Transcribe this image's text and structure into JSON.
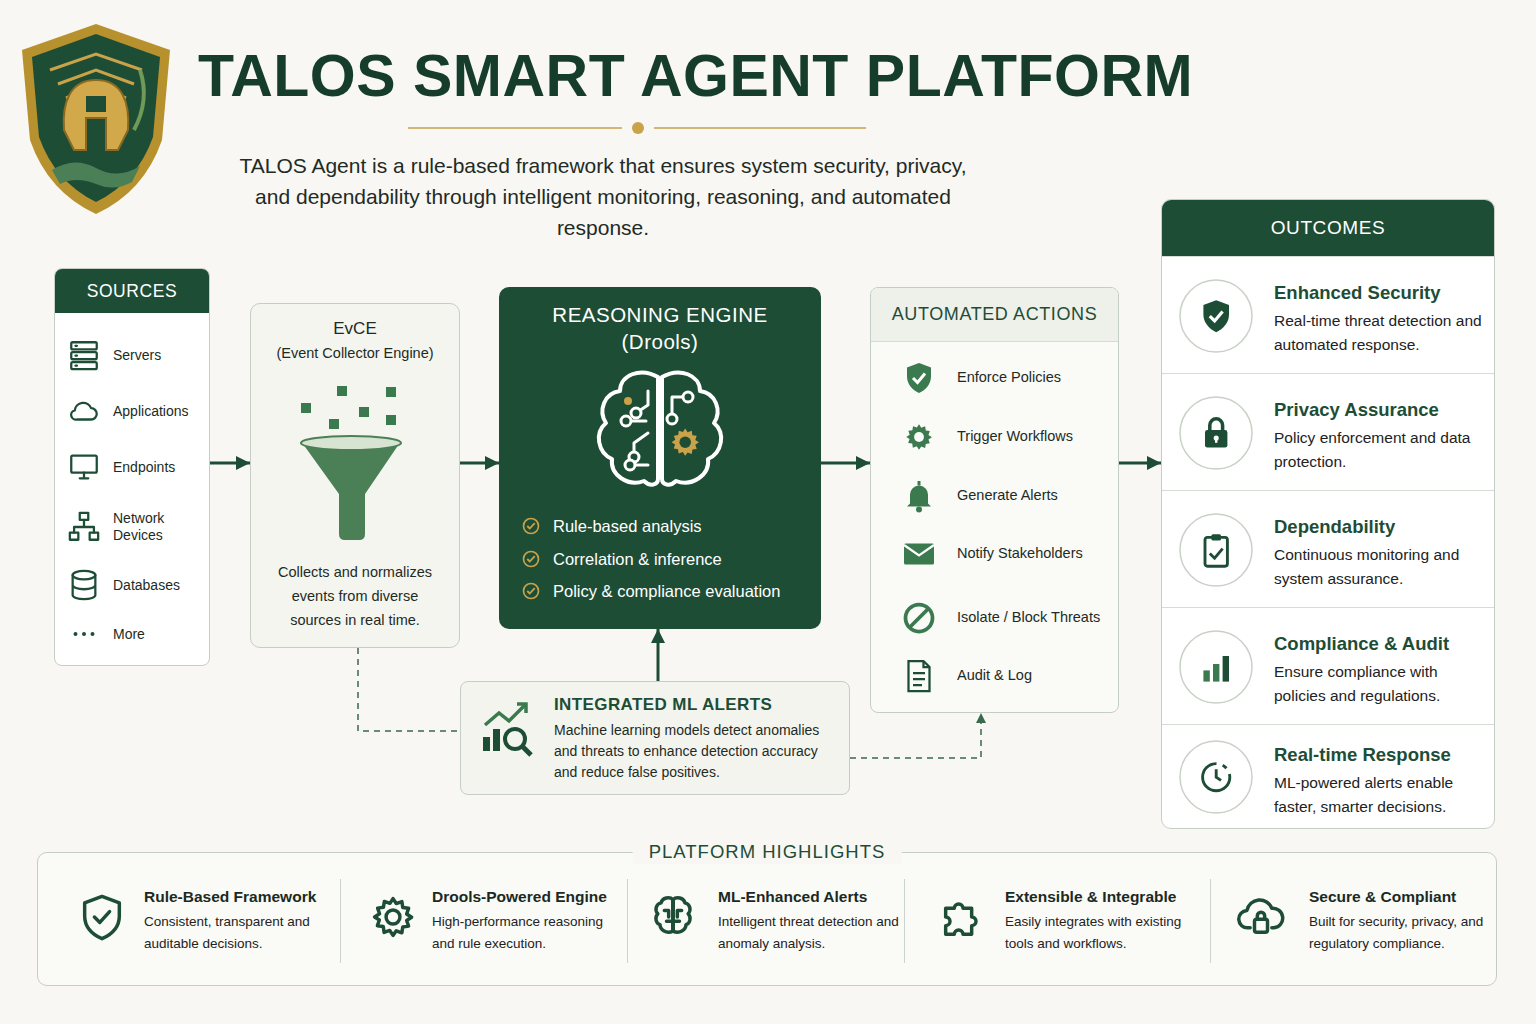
{
  "diagram": {
    "title": "TALOS SMART AGENT PLATFORM",
    "nodes": [
      {
        "text": [
          "SOURCES",
          "Servers",
          "Applications",
          "Endpoints",
          "Network Devices",
          "Databases",
          "More"
        ]
      },
      {
        "text": [
          "EvCE",
          "(Event Collector Engine)",
          "Collects and normalizes events from diverse sources in real time."
        ]
      },
      {
        "text": [
          "REASONING ENGINE (Drools)",
          "Rule-based analysis",
          "Correlation & inference",
          "Policy & compliance evaluation"
        ]
      },
      {
        "text": [
          "INTEGRATED ML ALERTS",
          "Machine learning models detect anomalies and threats to enhance detection accuracy and reduce false positives."
        ]
      },
      {
        "text": [
          "AUTOMATED ACTIONS",
          "Enforce Policies",
          "Trigger Workflows",
          "Generate Alerts",
          "Notify Stakeholders",
          "Isolate / Block Threats",
          "Audit & Log"
        ]
      },
      {
        "text": [
          "OUTCOMES"
        ]
      },
      {
        "text": [
          "Enhanced Security",
          "Real-time threat detection and automated response."
        ],
        "in": 5
      },
      {
        "text": [
          "Privacy Assurance",
          "Policy enforcement and data protection."
        ],
        "in": 5
      },
      {
        "text": [
          "Dependability",
          "Continuous monitoring and system assurance."
        ],
        "in": 5
      },
      {
        "text": [
          "Compliance & Audit",
          "Ensure compliance with policies and regulations."
        ],
        "in": 5
      },
      {
        "text": [
          "Real-time Response",
          "ML-powered alerts enable faster, smarter decisions."
        ],
        "in": 5
      },
      {
        "text": [
          "PLATFORM HIGHLIGHTS"
        ]
      },
      {
        "text": [
          "Rule-Based Framework",
          "Consistent, transparent and auditable decisions."
        ],
        "in": 11
      },
      {
        "text": [
          "Drools-Powered Engine",
          "High-performance reasoning and rule execution."
        ],
        "in": 11
      },
      {
        "text": [
          "ML-Enhanced Alerts",
          "Intelligent threat detection and anomaly analysis."
        ],
        "in": 11
      },
      {
        "text": [
          "Extensible & Integrable",
          "Easily integrates with existing tools and workflows."
        ],
        "in": 11
      },
      {
        "text": [
          "Secure & Compliant",
          "Built for security, privacy, and regulatory compliance."
        ],
        "in": 11
      }
    ],
    "edges": [
      {
        "from": 0,
        "to": 1,
        "arrow": "to"
      },
      {
        "from": 1,
        "to": 2,
        "arrow": "to"
      },
      {
        "from": 2,
        "to": 4,
        "arrow": "to"
      },
      {
        "from": 4,
        "to": 5,
        "arrow": "to"
      },
      {
        "from": 3,
        "to": 2,
        "arrow": "to"
      },
      {
        "from": 1,
        "to": 3,
        "arrow": "none"
      },
      {
        "from": 3,
        "to": 4,
        "arrow": "to"
      }
    ],
    "labels": [
      "TALOS Agent is a rule-based framework that ensures system security, privacy, and dependability through intelligent monitoring, reasoning, and automated response."
    ]
  }
}
